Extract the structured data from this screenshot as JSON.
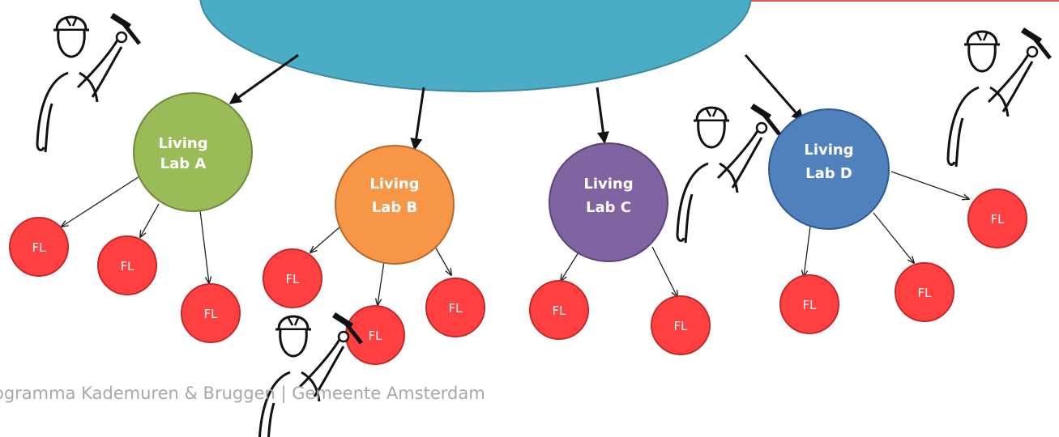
{
  "colors": {
    "hub": "#4bacc6",
    "lab_a": "#9bbb59",
    "lab_b": "#f79646",
    "lab_c": "#8064a2",
    "lab_d": "#4f81bd",
    "fl": "#ff4040",
    "footer_text": "#a8a8a8",
    "accent_line": "#e05a5a"
  },
  "labs": [
    {
      "id": "a",
      "line1": "Living",
      "line2": "Lab A"
    },
    {
      "id": "b",
      "line1": "Living",
      "line2": "Lab B"
    },
    {
      "id": "c",
      "line1": "Living",
      "line2": "Lab C"
    },
    {
      "id": "d",
      "line1": "Living",
      "line2": "Lab D"
    }
  ],
  "fl_label": "FL",
  "footer": "ogramma Kademuren & Bruggen | Gemeente Amsterdam",
  "icons": [
    "construction-worker-icon",
    "hammer-icon"
  ]
}
